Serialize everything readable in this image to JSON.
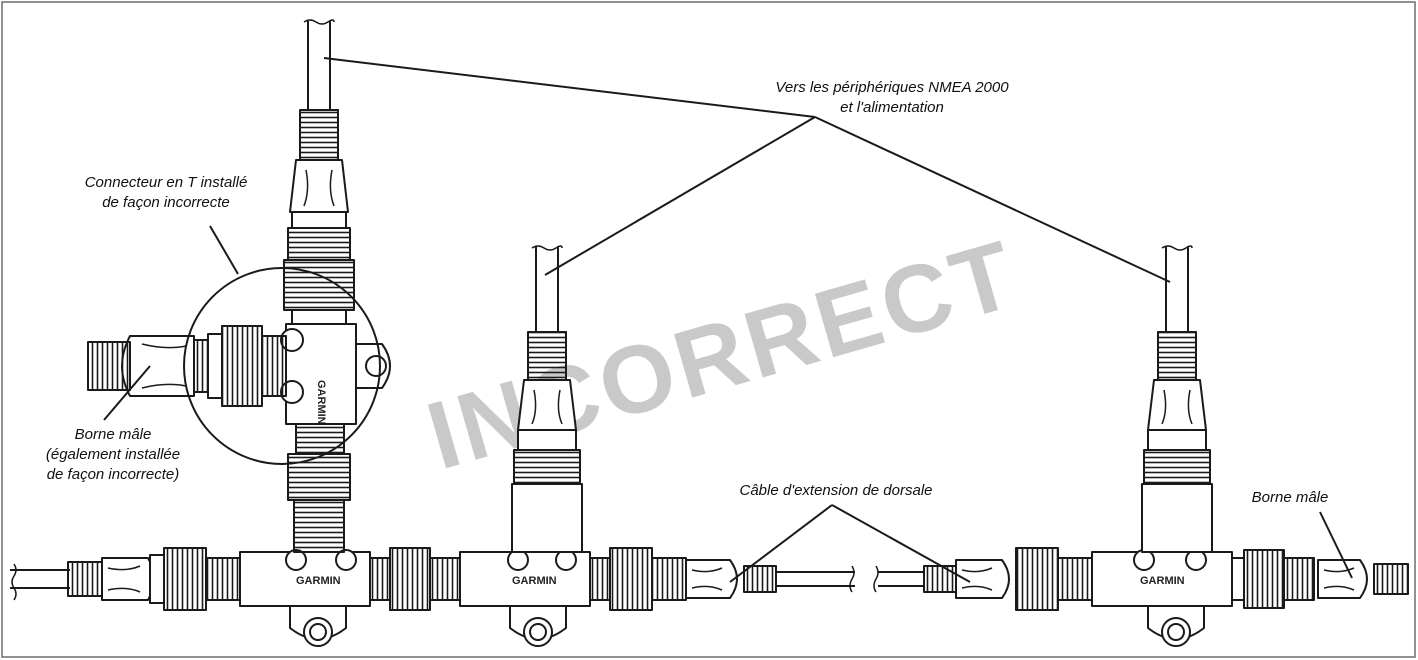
{
  "labels": {
    "to_devices": "Vers les périphériques NMEA 2000\net l'alimentation",
    "tee_incorrect": "Connecteur en T installé\nde façon incorrecte",
    "male_term_incorrect": "Borne mâle\n(également installée\nde façon incorrecte)",
    "backbone_ext": "Câble d'extension de dorsale",
    "male_term": "Borne mâle"
  },
  "watermark": "INCORRECT",
  "brand": "GARMIN",
  "colors": {
    "line": "#1a1a1a",
    "watermark": "#c9c9c9",
    "background": "#ffffff"
  }
}
